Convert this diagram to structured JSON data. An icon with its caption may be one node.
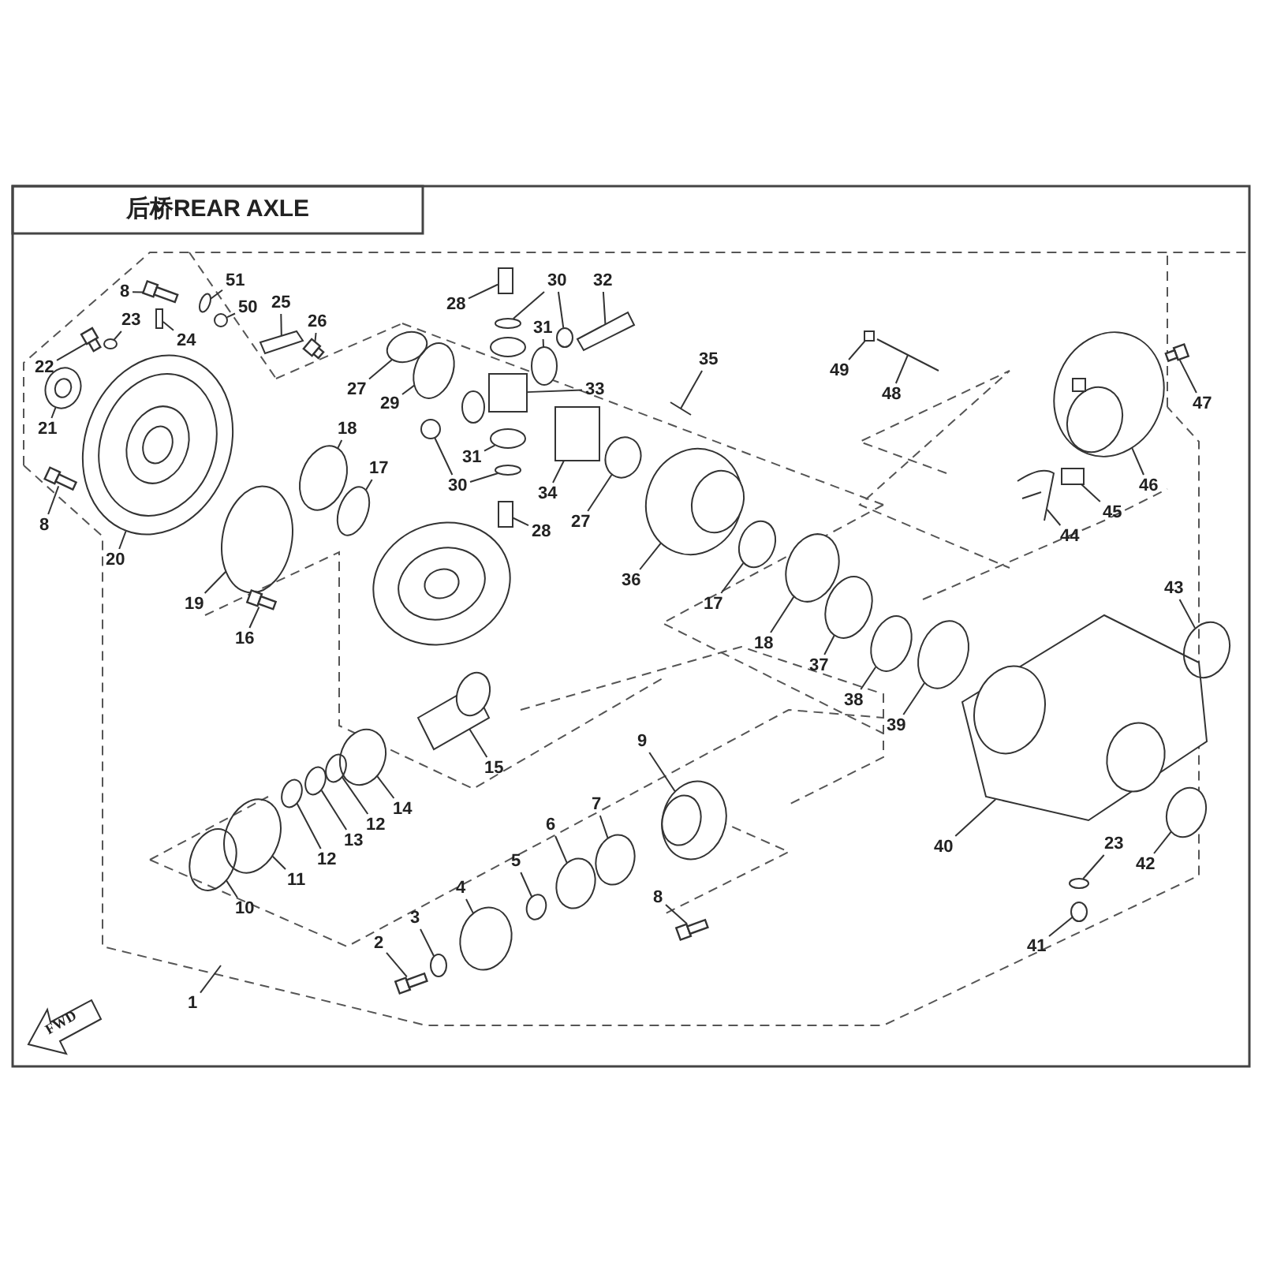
{
  "diagram": {
    "title": "后桥REAR AXLE",
    "nodes": [
      {
        "text": [
          "8"
        ]
      },
      {
        "text": [
          "51"
        ]
      },
      {
        "text": [
          "28"
        ]
      },
      {
        "text": [
          "30"
        ]
      },
      {
        "text": [
          "32"
        ]
      },
      {
        "text": [
          "25"
        ]
      },
      {
        "text": [
          "50"
        ]
      },
      {
        "text": [
          "23"
        ]
      },
      {
        "text": [
          "26"
        ]
      },
      {
        "text": [
          "24"
        ]
      },
      {
        "text": [
          "31"
        ]
      },
      {
        "text": [
          "35"
        ]
      },
      {
        "text": [
          "22"
        ]
      },
      {
        "text": [
          "49"
        ]
      },
      {
        "text": [
          "27"
        ]
      },
      {
        "text": [
          "33"
        ]
      },
      {
        "text": [
          "48"
        ]
      },
      {
        "text": [
          "29"
        ]
      },
      {
        "text": [
          "47"
        ]
      },
      {
        "text": [
          "21"
        ]
      },
      {
        "text": [
          "18"
        ]
      },
      {
        "text": [
          "31"
        ]
      },
      {
        "text": [
          "17"
        ]
      },
      {
        "text": [
          "30"
        ]
      },
      {
        "text": [
          "46"
        ]
      },
      {
        "text": [
          "34"
        ]
      },
      {
        "text": [
          "45"
        ]
      },
      {
        "text": [
          "27"
        ]
      },
      {
        "text": [
          "8"
        ]
      },
      {
        "text": [
          "28"
        ]
      },
      {
        "text": [
          "44"
        ]
      },
      {
        "text": [
          "20"
        ]
      },
      {
        "text": [
          "36"
        ]
      },
      {
        "text": [
          "43"
        ]
      },
      {
        "text": [
          "19"
        ]
      },
      {
        "text": [
          "17"
        ]
      },
      {
        "text": [
          "16"
        ]
      },
      {
        "text": [
          "18"
        ]
      },
      {
        "text": [
          "37"
        ]
      },
      {
        "text": [
          "38"
        ]
      },
      {
        "text": [
          "39"
        ]
      },
      {
        "text": [
          "9"
        ]
      },
      {
        "text": [
          "15"
        ]
      },
      {
        "text": [
          "7"
        ]
      },
      {
        "text": [
          "14"
        ]
      },
      {
        "text": [
          "12"
        ]
      },
      {
        "text": [
          "6"
        ]
      },
      {
        "text": [
          "13"
        ]
      },
      {
        "text": [
          "23"
        ]
      },
      {
        "text": [
          "40"
        ]
      },
      {
        "text": [
          "42"
        ]
      },
      {
        "text": [
          "12"
        ]
      },
      {
        "text": [
          "5"
        ]
      },
      {
        "text": [
          "11"
        ]
      },
      {
        "text": [
          "4"
        ]
      },
      {
        "text": [
          "8"
        ]
      },
      {
        "text": [
          "10"
        ]
      },
      {
        "text": [
          "3"
        ]
      },
      {
        "text": [
          "2"
        ]
      },
      {
        "text": [
          "41"
        ]
      },
      {
        "text": [
          "1"
        ]
      },
      {
        "text": [],
        "shape": "bolt"
      },
      {
        "text": [],
        "shape": "circle"
      },
      {
        "text": [],
        "shape": "box"
      },
      {
        "text": [],
        "shape": "circle"
      },
      {
        "text": [],
        "shape": "bar"
      },
      {
        "text": [],
        "shape": "bar"
      },
      {
        "text": [],
        "shape": "circle"
      },
      {
        "text": [],
        "shape": "circle"
      },
      {
        "text": [],
        "shape": "bolt"
      },
      {
        "text": [],
        "shape": "bar"
      },
      {
        "text": [],
        "shape": "circle"
      },
      {
        "text": [],
        "shape": "bar"
      },
      {
        "text": [],
        "shape": "bolt"
      },
      {
        "text": [],
        "shape": "box"
      },
      {
        "text": [],
        "shape": "circle"
      },
      {
        "text": [],
        "shape": "box"
      },
      {
        "text": [],
        "shape": "bar"
      },
      {
        "text": [],
        "shape": "circle"
      },
      {
        "text": [],
        "shape": "bolt"
      },
      {
        "text": [],
        "shape": "circle"
      },
      {
        "text": [],
        "shape": "circle"
      },
      {
        "text": [],
        "shape": "circle"
      },
      {
        "text": [],
        "shape": "circle"
      },
      {
        "text": [],
        "shape": "circle"
      },
      {
        "text": [],
        "shape": "picture"
      },
      {
        "text": [],
        "shape": "box"
      },
      {
        "text": [],
        "shape": "box"
      },
      {
        "text": [],
        "shape": "circle"
      },
      {
        "text": [],
        "shape": "bolt"
      },
      {
        "text": [],
        "shape": "box"
      },
      {
        "text": [],
        "shape": "picture"
      },
      {
        "text": [],
        "shape": "picture"
      },
      {
        "text": [],
        "shape": "picture"
      },
      {
        "text": [],
        "shape": "circle"
      },
      {
        "text": [],
        "shape": "circle"
      },
      {
        "text": [],
        "shape": "circle"
      },
      {
        "text": [],
        "shape": "bolt"
      },
      {
        "text": [],
        "shape": "circle"
      },
      {
        "text": [],
        "shape": "circle"
      },
      {
        "text": [],
        "shape": "circle"
      },
      {
        "text": [],
        "shape": "circle"
      },
      {
        "text": [],
        "shape": "picture"
      },
      {
        "text": [],
        "shape": "picture"
      },
      {
        "text": [],
        "shape": "circle"
      },
      {
        "text": [],
        "shape": "circle"
      },
      {
        "text": [],
        "shape": "circle"
      },
      {
        "text": [],
        "shape": "circle"
      },
      {
        "text": [],
        "shape": "circle"
      },
      {
        "text": [],
        "shape": "circle"
      },
      {
        "text": [],
        "shape": "picture"
      },
      {
        "text": [],
        "shape": "circle"
      },
      {
        "text": [],
        "shape": "circle"
      },
      {
        "text": [],
        "shape": "circle"
      },
      {
        "text": [],
        "shape": "circle"
      },
      {
        "text": [],
        "shape": "circle"
      },
      {
        "text": [],
        "shape": "bolt"
      },
      {
        "text": [],
        "shape": "circle"
      },
      {
        "text": [],
        "shape": "circle"
      },
      {
        "text": [],
        "shape": "bolt"
      },
      {
        "text": [],
        "shape": "circle"
      },
      {
        "text": [],
        "shape": "circle"
      },
      {
        "text": [],
        "shape": "circle"
      }
    ],
    "edges": [
      {
        "from": 0,
        "to": 61,
        "arrow": "none"
      },
      {
        "from": 1,
        "to": 62,
        "arrow": "none"
      },
      {
        "from": 2,
        "to": 63,
        "arrow": "none"
      },
      {
        "from": 3,
        "to": 64,
        "arrow": "none"
      },
      {
        "from": 4,
        "to": 65,
        "arrow": "none"
      },
      {
        "from": 5,
        "to": 66,
        "arrow": "none"
      },
      {
        "from": 6,
        "to": 67,
        "arrow": "none"
      },
      {
        "from": 7,
        "to": 68,
        "arrow": "none"
      },
      {
        "from": 8,
        "to": 69,
        "arrow": "none"
      },
      {
        "from": 9,
        "to": 70,
        "arrow": "none"
      },
      {
        "from": 10,
        "to": 71,
        "arrow": "none"
      },
      {
        "from": 11,
        "to": 72,
        "arrow": "none"
      },
      {
        "from": 12,
        "to": 73,
        "arrow": "none"
      },
      {
        "from": 13,
        "to": 74,
        "arrow": "none"
      },
      {
        "from": 14,
        "to": 75,
        "arrow": "none"
      },
      {
        "from": 15,
        "to": 76,
        "arrow": "none"
      },
      {
        "from": 16,
        "to": 77,
        "arrow": "none"
      },
      {
        "from": 17,
        "to": 78,
        "arrow": "none"
      },
      {
        "from": 18,
        "to": 79,
        "arrow": "none"
      },
      {
        "from": 19,
        "to": 80,
        "arrow": "none"
      },
      {
        "from": 20,
        "to": 81,
        "arrow": "none"
      },
      {
        "from": 21,
        "to": 82,
        "arrow": "none"
      },
      {
        "from": 22,
        "to": 83,
        "arrow": "none"
      },
      {
        "from": 23,
        "to": 84,
        "arrow": "none"
      },
      {
        "from": 24,
        "to": 85,
        "arrow": "none"
      },
      {
        "from": 25,
        "to": 86,
        "arrow": "none"
      },
      {
        "from": 26,
        "to": 87,
        "arrow": "none"
      },
      {
        "from": 27,
        "to": 88,
        "arrow": "none"
      },
      {
        "from": 28,
        "to": 89,
        "arrow": "none"
      },
      {
        "from": 29,
        "to": 90,
        "arrow": "none"
      },
      {
        "from": 30,
        "to": 91,
        "arrow": "none"
      },
      {
        "from": 31,
        "to": 92,
        "arrow": "none"
      },
      {
        "from": 32,
        "to": 93,
        "arrow": "none"
      },
      {
        "from": 33,
        "to": 94,
        "arrow": "none"
      },
      {
        "from": 34,
        "to": 95,
        "arrow": "none"
      },
      {
        "from": 35,
        "to": 96,
        "arrow": "none"
      },
      {
        "from": 36,
        "to": 97,
        "arrow": "none"
      },
      {
        "from": 37,
        "to": 98,
        "arrow": "none"
      },
      {
        "from": 38,
        "to": 99,
        "arrow": "none"
      },
      {
        "from": 39,
        "to": 100,
        "arrow": "none"
      },
      {
        "from": 40,
        "to": 101,
        "arrow": "none"
      },
      {
        "from": 41,
        "to": 102,
        "arrow": "none"
      },
      {
        "from": 42,
        "to": 103,
        "arrow": "none"
      },
      {
        "from": 43,
        "to": 104,
        "arrow": "none"
      },
      {
        "from": 44,
        "to": 105,
        "arrow": "none"
      },
      {
        "from": 45,
        "to": 106,
        "arrow": "none"
      },
      {
        "from": 46,
        "to": 107,
        "arrow": "none"
      },
      {
        "from": 47,
        "to": 108,
        "arrow": "none"
      },
      {
        "from": 48,
        "to": 109,
        "arrow": "none"
      },
      {
        "from": 49,
        "to": 110,
        "arrow": "none"
      },
      {
        "from": 50,
        "to": 111,
        "arrow": "none"
      },
      {
        "from": 51,
        "to": 112,
        "arrow": "none"
      },
      {
        "from": 52,
        "to": 113,
        "arrow": "none"
      },
      {
        "from": 53,
        "to": 114,
        "arrow": "none"
      },
      {
        "from": 54,
        "to": 115,
        "arrow": "none"
      },
      {
        "from": 55,
        "to": 116,
        "arrow": "none"
      },
      {
        "from": 56,
        "to": 117,
        "arrow": "none"
      },
      {
        "from": 57,
        "to": 118,
        "arrow": "none"
      },
      {
        "from": 58,
        "to": 119,
        "arrow": "none"
      },
      {
        "from": 59,
        "to": 120,
        "arrow": "none"
      },
      {
        "from": 60,
        "to": null,
        "arrow": "none"
      },
      {
        "from": 3,
        "to": 121,
        "arrow": "none"
      },
      {
        "from": 23,
        "to": 122,
        "arrow": "none"
      }
    ],
    "labels": [
      "FWD"
    ]
  }
}
